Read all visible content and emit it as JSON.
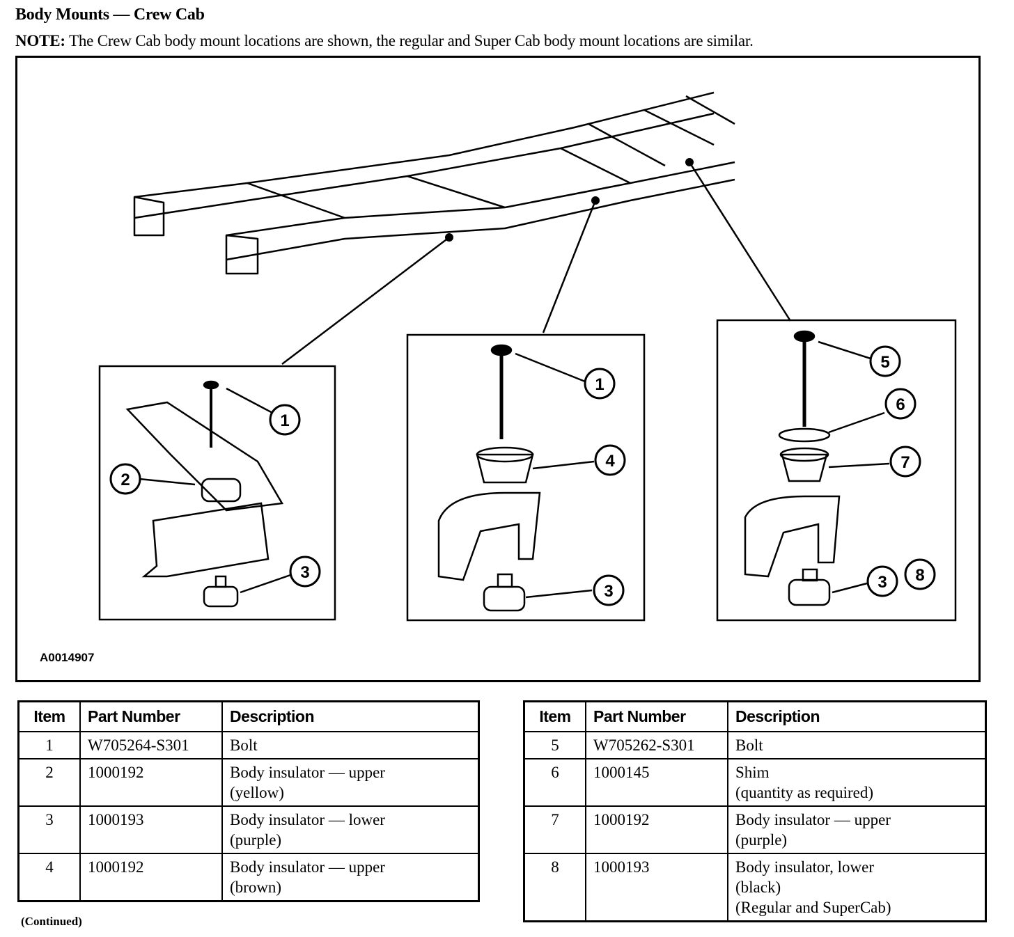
{
  "header": {
    "title": "Body Mounts — Crew Cab",
    "note_label": "NOTE:",
    "note_text": "The Crew Cab body mount locations are shown, the regular and Super Cab body mount locations are similar."
  },
  "figure": {
    "id": "A0014907",
    "callouts": {
      "left": [
        "1",
        "2",
        "3"
      ],
      "middle": [
        "1",
        "4",
        "3"
      ],
      "right": [
        "5",
        "6",
        "7",
        "3",
        "8"
      ]
    }
  },
  "table_left": {
    "headers": [
      "Item",
      "Part Number",
      "Description"
    ],
    "rows": [
      {
        "item": "1",
        "part": "W705264-S301",
        "desc": [
          "Bolt"
        ]
      },
      {
        "item": "2",
        "part": "1000192",
        "desc": [
          "Body insulator — upper",
          "(yellow)"
        ]
      },
      {
        "item": "3",
        "part": "1000193",
        "desc": [
          "Body insulator — lower",
          "(purple)"
        ]
      },
      {
        "item": "4",
        "part": "1000192",
        "desc": [
          "Body insulator — upper",
          "(brown)"
        ]
      }
    ],
    "footer": "(Continued)"
  },
  "table_right": {
    "headers": [
      "Item",
      "Part Number",
      "Description"
    ],
    "rows": [
      {
        "item": "5",
        "part": "W705262-S301",
        "desc": [
          "Bolt"
        ]
      },
      {
        "item": "6",
        "part": "1000145",
        "desc": [
          "Shim",
          "(quantity as required)"
        ]
      },
      {
        "item": "7",
        "part": "1000192",
        "desc": [
          "Body insulator — upper",
          "(purple)"
        ]
      },
      {
        "item": "8",
        "part": "1000193",
        "desc": [
          "Body insulator, lower",
          "(black)",
          "(Regular and SuperCab)"
        ]
      }
    ]
  }
}
